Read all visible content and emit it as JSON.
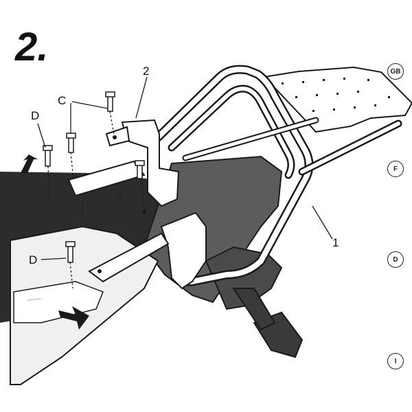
{
  "diagram": {
    "step_number": "2.",
    "part_labels": {
      "rack": "1",
      "bracket": "2",
      "screws_c": "C",
      "screws_d_top": "D",
      "screws_d_bottom": "D"
    },
    "languages": [
      "GB",
      "F",
      "D",
      "I"
    ],
    "colors": {
      "line": "#1a1a1a",
      "tail": "#5c5c5c",
      "shadow": "#2c2c2c",
      "rack": "#ffffff",
      "seat": "#f0f0f0"
    }
  }
}
